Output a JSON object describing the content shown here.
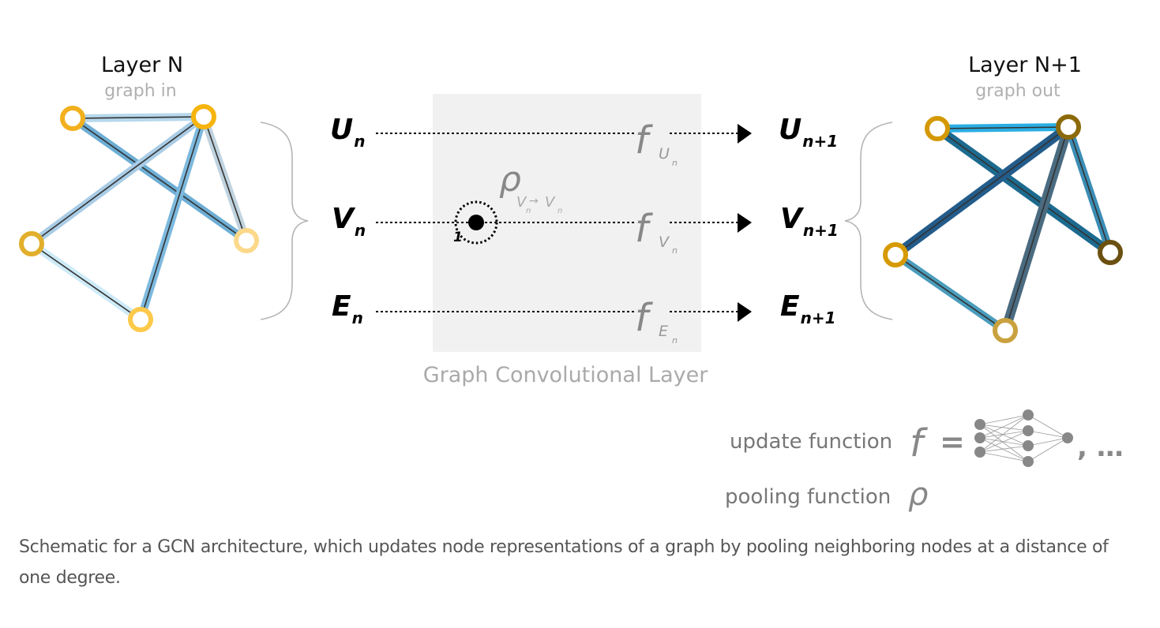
{
  "figure": {
    "layer_in": {
      "title": "Layer N",
      "subtitle": "graph in"
    },
    "layer_out": {
      "title": "Layer N+1",
      "subtitle": "graph out"
    },
    "gcn_box_label": "Graph Convolutional Layer",
    "inputs": [
      {
        "symbol": "U",
        "sub": "n"
      },
      {
        "symbol": "V",
        "sub": "n"
      },
      {
        "symbol": "E",
        "sub": "n"
      }
    ],
    "outputs": [
      {
        "symbol": "U",
        "sub": "n+1"
      },
      {
        "symbol": "V",
        "sub": "n+1"
      },
      {
        "symbol": "E",
        "sub": "n+1"
      }
    ],
    "update_functions": [
      {
        "symbol": "f",
        "sub": "U",
        "subsub": "n"
      },
      {
        "symbol": "f",
        "sub": "V",
        "subsub": "n"
      },
      {
        "symbol": "f",
        "sub": "E",
        "subsub": "n"
      }
    ],
    "pooling": {
      "symbol": "ρ",
      "from": "V",
      "to": "V",
      "from_sub": "n",
      "to_sub": "n",
      "arrow": "→",
      "distance_label": "1"
    },
    "legend": {
      "update_label": "update function",
      "update_symbol": "f",
      "equals": "=",
      "trailing": ", …",
      "pooling_label": "pooling function",
      "pooling_symbol": "ρ"
    },
    "colors": {
      "node_in": [
        "#f2b01e",
        "#f6b40e",
        "#e2af2c",
        "#fcd98a",
        "#fdc94a"
      ],
      "node_out": [
        "#d49800",
        "#8c6a0a",
        "#d69a00",
        "#6b5011",
        "#c9a23f"
      ],
      "gcn_box": "#f1f1f1",
      "muted_text": "#aaaaaa",
      "func_text": "#888888"
    }
  },
  "caption": "Schematic for a GCN architecture, which updates node representations of a graph by pooling neighboring nodes at a distance of one degree."
}
